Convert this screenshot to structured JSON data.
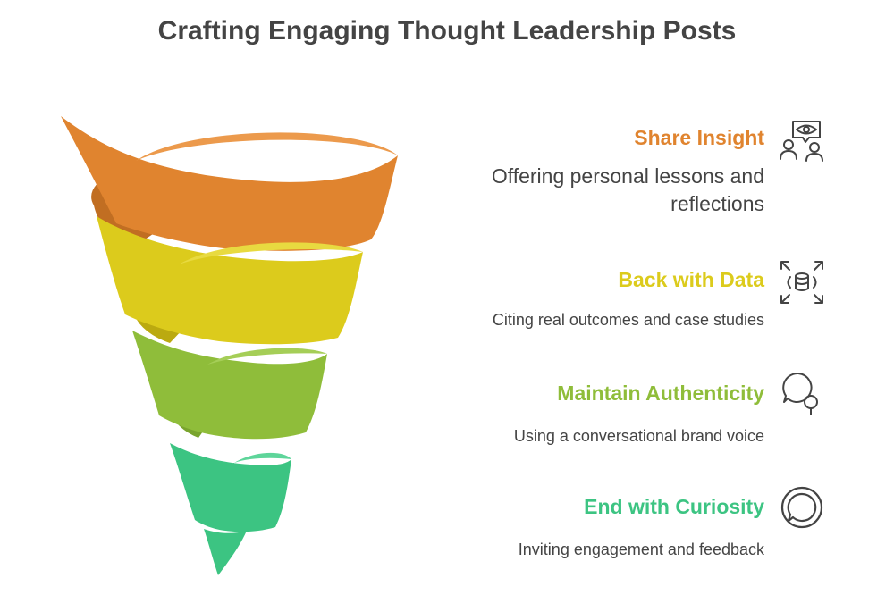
{
  "title": "Crafting Engaging Thought Leadership Posts",
  "colors": {
    "orange": "#E0842F",
    "yellow": "#DCCB1C",
    "green": "#8FBD3A",
    "teal": "#3CC482",
    "icon": "#444444"
  },
  "steps": [
    {
      "heading": "Share Insight",
      "description": "Offering personal lessons and reflections",
      "icon": "eye-people-icon"
    },
    {
      "heading": "Back with Data",
      "description": "Citing real outcomes and case studies",
      "icon": "database-expand-icon"
    },
    {
      "heading": "Maintain Authenticity",
      "description": "Using a conversational brand voice",
      "icon": "search-chat-icon"
    },
    {
      "heading": "End with Curiosity",
      "description": "Inviting engagement and feedback",
      "icon": "chat-bubble-icon"
    }
  ]
}
